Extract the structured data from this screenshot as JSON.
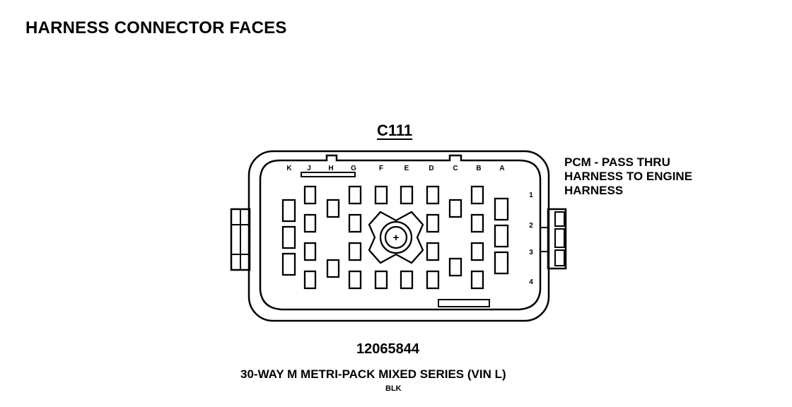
{
  "title": "HARNESS CONNECTOR FACES",
  "connector": {
    "id": "C111",
    "description": [
      "PCM - PASS THRU",
      "HARNESS TO ENGINE",
      "HARNESS"
    ],
    "column_labels": [
      "K",
      "J",
      "H",
      "G",
      "F",
      "E",
      "D",
      "C",
      "B",
      "A"
    ],
    "row_labels": [
      "1",
      "2",
      "3",
      "4"
    ],
    "center_mark": "+",
    "part_number": "12065844",
    "series": "30-WAY M METRI-PACK MIXED SERIES (VIN L)",
    "color": "BLK"
  }
}
